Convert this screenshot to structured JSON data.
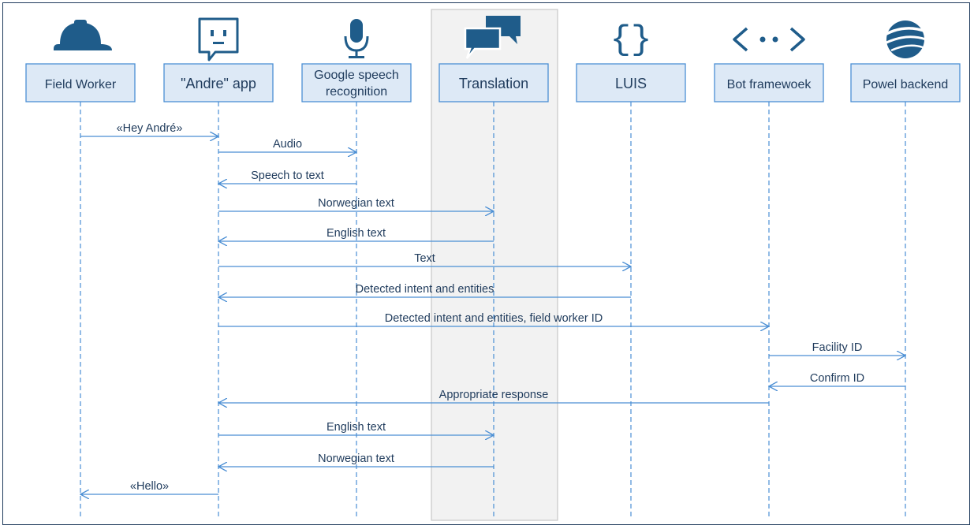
{
  "participants": [
    {
      "id": "field-worker",
      "label": [
        "Field Worker"
      ],
      "icon": "hard-hat-icon"
    },
    {
      "id": "andre-app",
      "label": [
        "\"Andre\" app"
      ],
      "icon": "chat-bot-icon"
    },
    {
      "id": "google-speech",
      "label": [
        "Google speech",
        "recognition"
      ],
      "icon": "microphone-icon"
    },
    {
      "id": "translation",
      "label": [
        "Translation"
      ],
      "icon": "speech-bubbles-icon"
    },
    {
      "id": "luis",
      "label": [
        "LUIS"
      ],
      "icon": "curly-braces-icon"
    },
    {
      "id": "bot-framework",
      "label": [
        "Bot framewoek"
      ],
      "icon": "code-brackets-icon"
    },
    {
      "id": "powel-backend",
      "label": [
        "Powel backend"
      ],
      "icon": "globe-logo-icon"
    }
  ],
  "messages": [
    {
      "from": "field-worker",
      "to": "andre-app",
      "label": "«Hey André»"
    },
    {
      "from": "andre-app",
      "to": "google-speech",
      "label": "Audio"
    },
    {
      "from": "google-speech",
      "to": "andre-app",
      "label": "Speech to text"
    },
    {
      "from": "andre-app",
      "to": "translation",
      "label": "Norwegian text"
    },
    {
      "from": "translation",
      "to": "andre-app",
      "label": "English text"
    },
    {
      "from": "andre-app",
      "to": "luis",
      "label": "Text"
    },
    {
      "from": "luis",
      "to": "andre-app",
      "label": "Detected intent and entities"
    },
    {
      "from": "andre-app",
      "to": "bot-framework",
      "label": "Detected intent and entities, field worker ID"
    },
    {
      "from": "bot-framework",
      "to": "powel-backend",
      "label": "Facility ID"
    },
    {
      "from": "powel-backend",
      "to": "bot-framework",
      "label": "Confirm ID"
    },
    {
      "from": "bot-framework",
      "to": "andre-app",
      "label": "Appropriate response"
    },
    {
      "from": "andre-app",
      "to": "translation",
      "label": "English text"
    },
    {
      "from": "translation",
      "to": "andre-app",
      "label": "Norwegian text"
    },
    {
      "from": "andre-app",
      "to": "field-worker",
      "label": "«Hello»"
    }
  ],
  "highlight": "translation",
  "colors": {
    "box_fill": "#dde9f6",
    "box_stroke": "#4a8ed4",
    "line": "#4a8ed4",
    "icon": "#1f5c8a",
    "text": "#1f3b5c",
    "highlight_fill": "#f2f2f2",
    "highlight_stroke": "#c8c8c8"
  }
}
